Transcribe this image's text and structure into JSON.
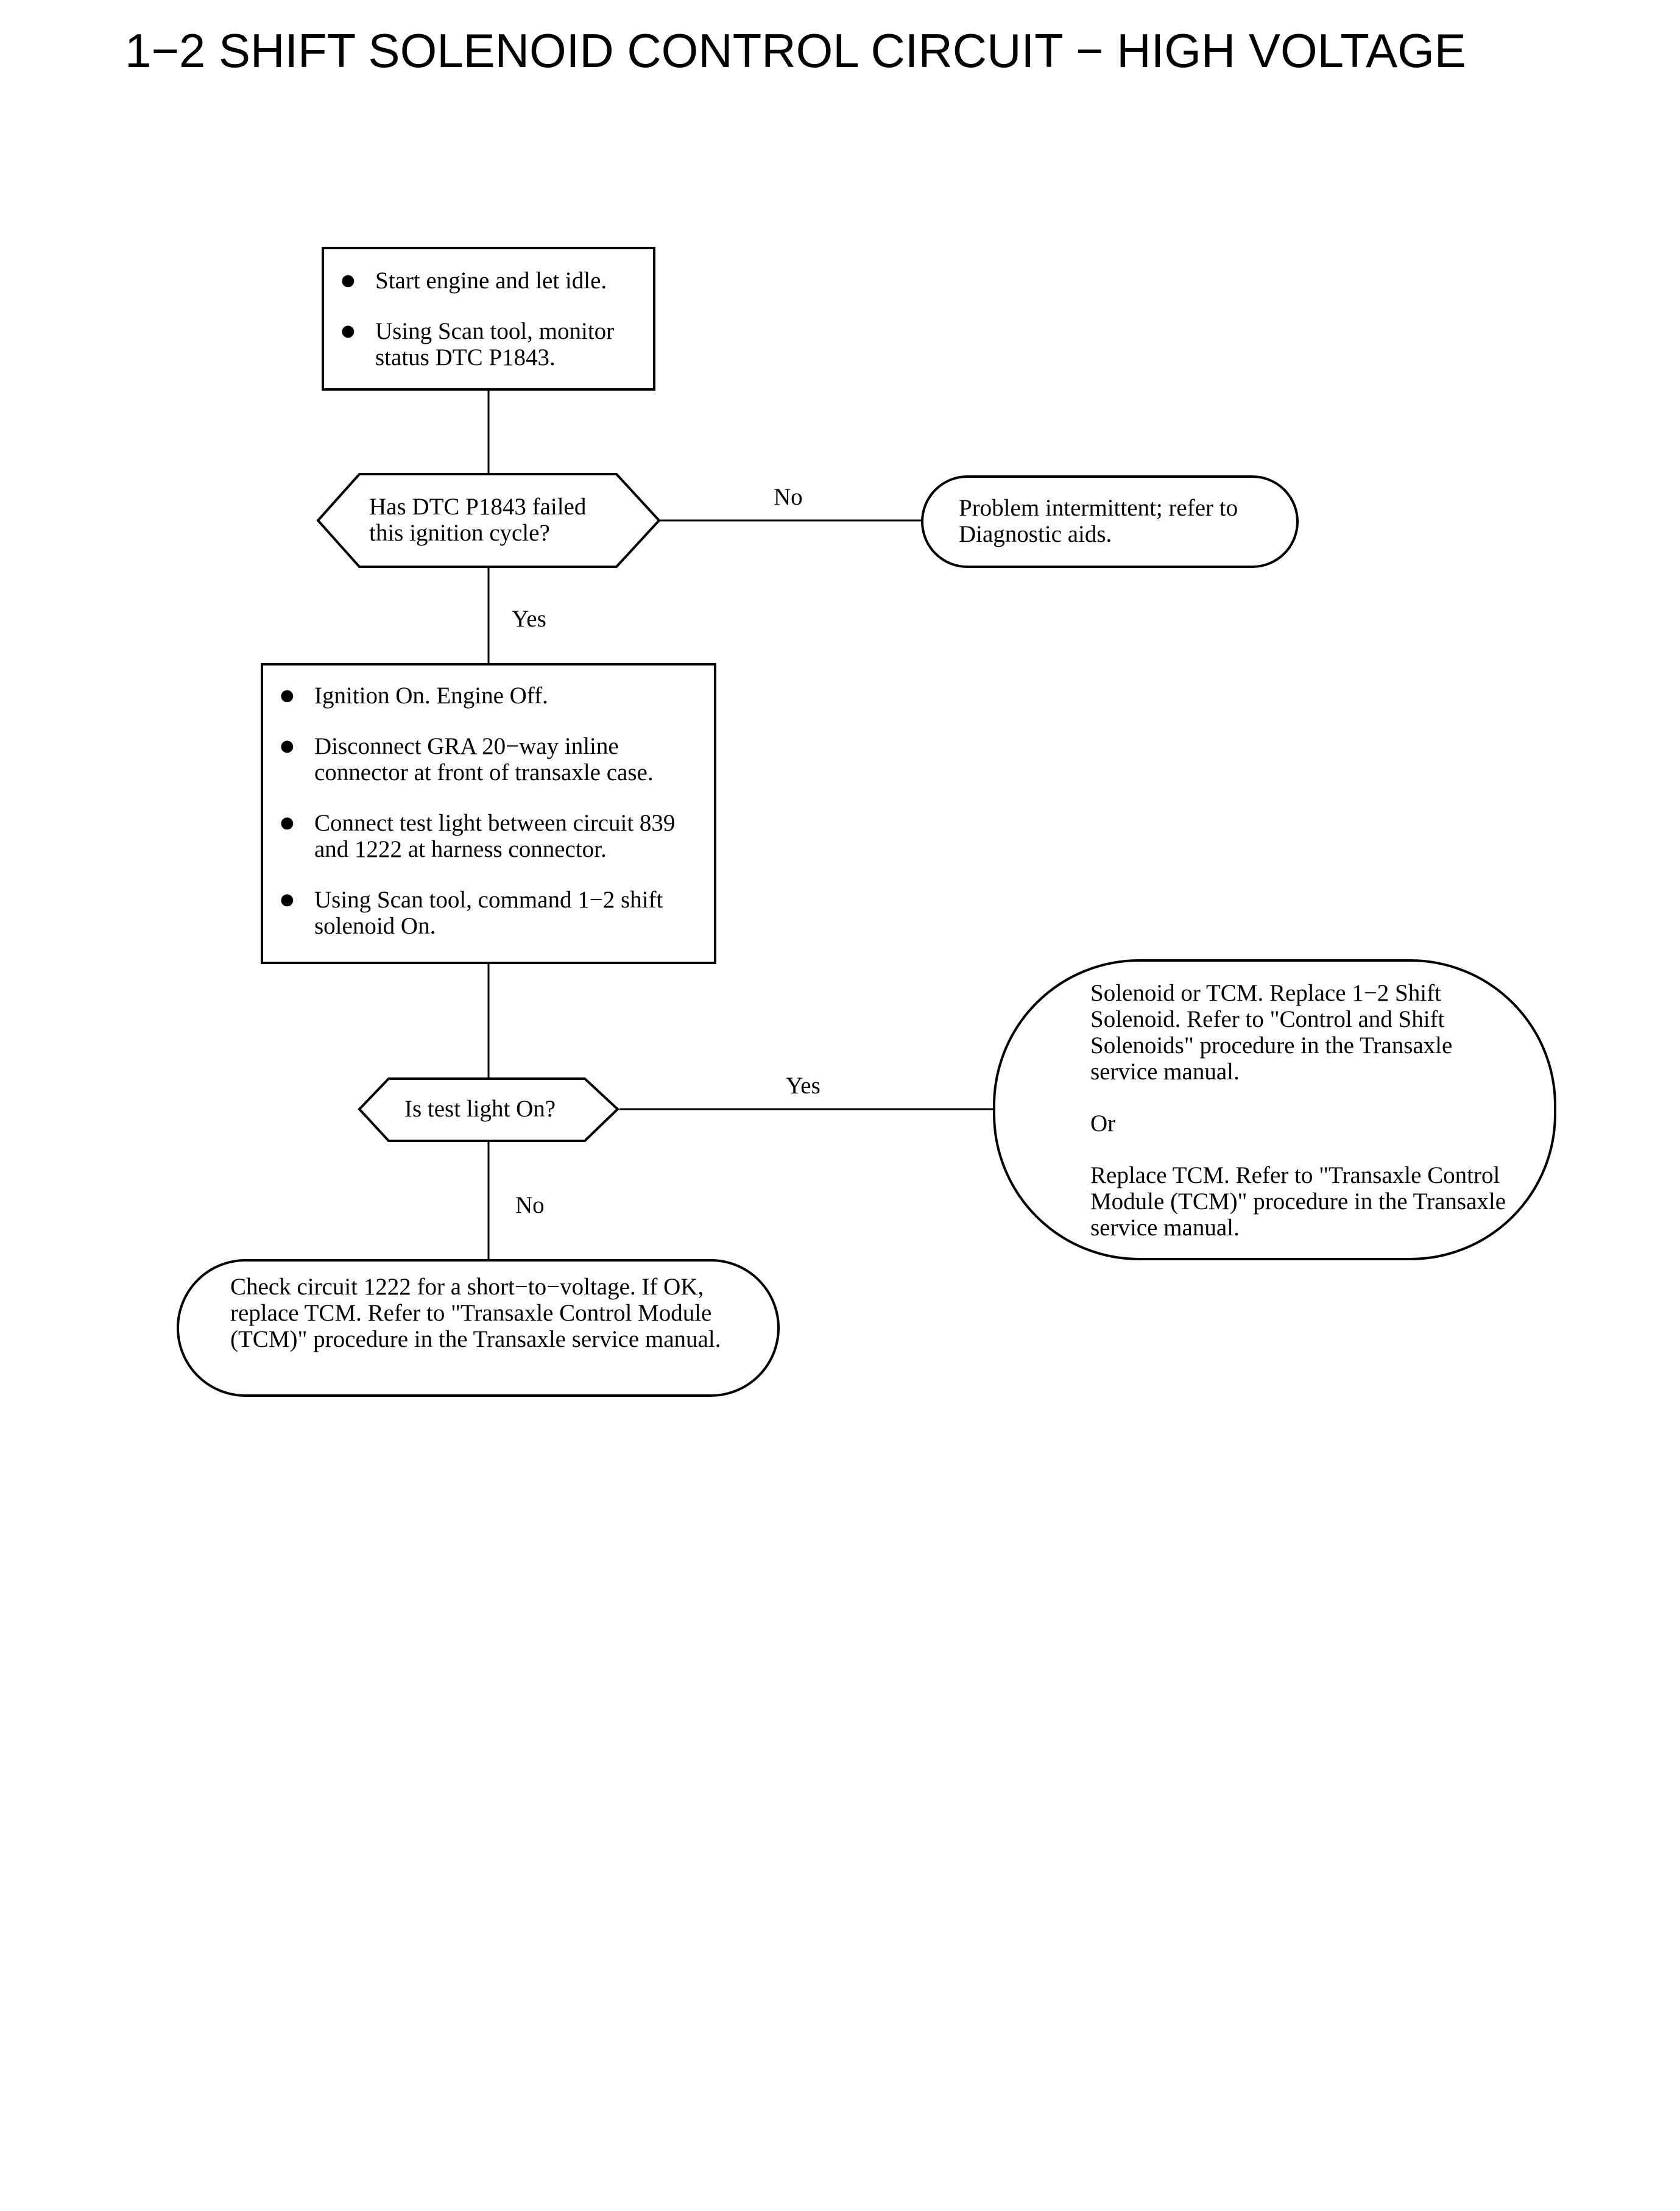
{
  "title": "1−2 SHIFT SOLENOID CONTROL CIRCUIT −  HIGH VOLTAGE",
  "nodes": {
    "step1": {
      "items": [
        "Start engine and let idle.",
        "Using Scan tool, monitor status DTC P1843."
      ]
    },
    "decision1": {
      "text": "Has DTC P1843 failed this ignition cycle?"
    },
    "result_intermittent": {
      "text": "Problem intermittent; refer to Diagnostic aids."
    },
    "step2": {
      "items": [
        "Ignition On. Engine Off.",
        "Disconnect GRA 20−way inline connector at front of transaxle case.",
        "Connect test light between circuit 839 and 1222 at harness connector.",
        "Using Scan tool, command 1−2 shift solenoid On."
      ]
    },
    "decision2": {
      "text": "Is test light On?"
    },
    "result_solenoid": {
      "para1": "Solenoid or TCM. Replace 1−2 Shift Solenoid. Refer to \"Control and Shift Solenoids\" procedure in the Transaxle service manual.",
      "para2": "Or",
      "para3": "Replace TCM. Refer to \"Transaxle Control Module (TCM)\" procedure in the Transaxle service manual."
    },
    "result_short": {
      "text": "Check circuit 1222 for a short−to−voltage. If OK, replace TCM. Refer to \"Transaxle Control Module (TCM)\" procedure in the Transaxle service manual."
    }
  },
  "edges": {
    "decision1_no": "No",
    "decision1_yes": "Yes",
    "decision2_yes": "Yes",
    "decision2_no": "No"
  }
}
